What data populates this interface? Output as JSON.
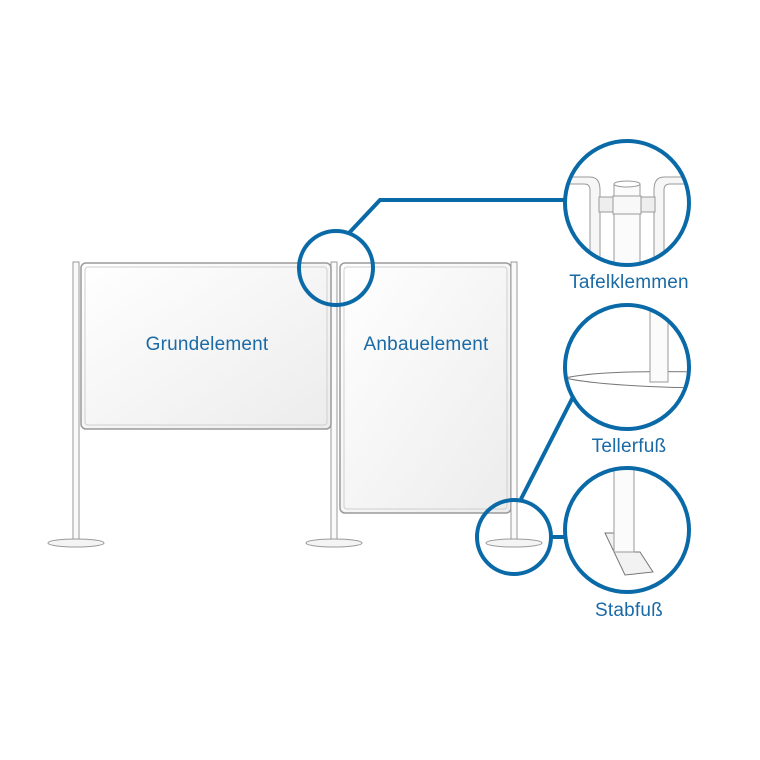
{
  "labels": {
    "main_element": "Grundelement",
    "extension_element": "Anbauelement",
    "board_clamps": "Tafelklemmen",
    "plate_foot": "Tellerfuß",
    "bar_foot": "Stabfuß"
  },
  "colors": {
    "accent": "#0a6aa8",
    "label": "#1a6aa6",
    "outline": "#9a9a9a"
  }
}
